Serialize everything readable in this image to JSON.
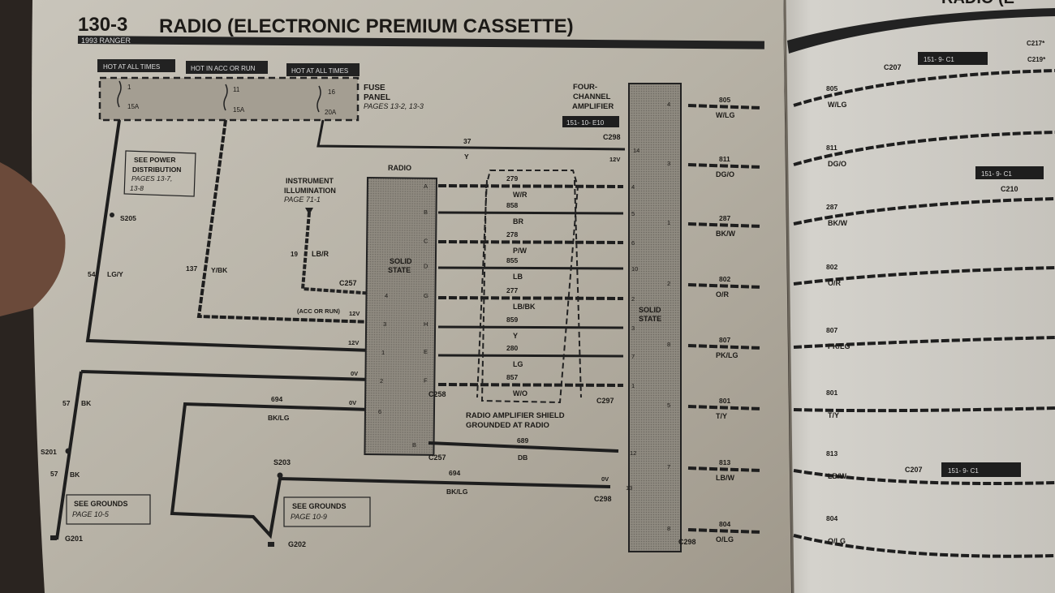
{
  "header": {
    "page_number": "130-3",
    "title": "RADIO (ELECTRONIC PREMIUM CASSETTE)",
    "model": "1993 RANGER",
    "right_page_title": "RADIO (E"
  },
  "fuse_panel": {
    "labels": [
      "HOT AT ALL TIMES",
      "HOT IN ACC OR RUN",
      "HOT AT ALL TIMES"
    ],
    "fuses": [
      {
        "num": "1",
        "amp": "15A"
      },
      {
        "num": "11",
        "amp": "15A"
      },
      {
        "num": "16",
        "amp": "20A"
      }
    ],
    "name1": "FUSE",
    "name2": "PANEL",
    "pages": "PAGES 13-2, 13-3"
  },
  "power_dist": {
    "l1": "SEE POWER",
    "l2": "DISTRIBUTION",
    "l3": "PAGES 13-7,",
    "l4": "13-8"
  },
  "illumination": {
    "l1": "INSTRUMENT",
    "l2": "ILLUMINATION",
    "l3": "PAGE 71-1",
    "circuit": "19",
    "color": "LB/R"
  },
  "left_wires": {
    "s205": "S205",
    "w54": "54",
    "w54c": "LG/Y",
    "w137": "137",
    "w137c": "Y/BK",
    "acc": "(ACC OR RUN)",
    "v12a": "12V",
    "v12b": "12V",
    "v0a": "0V",
    "v0b": "0V",
    "c257": "C257",
    "w694": "694",
    "w694c": "BK/LG",
    "w57": "57",
    "w57c": "BK",
    "s201": "S201",
    "w57b": "57",
    "w57bc": "BK",
    "g201": "G201",
    "grounds1a": "SEE GROUNDS",
    "grounds1b": "PAGE 10-5",
    "s203": "S203",
    "g202": "G202",
    "grounds2a": "SEE GROUNDS",
    "grounds2b": "PAGE 10-9"
  },
  "radio": {
    "label": "RADIO",
    "ss1": "SOLID",
    "ss2": "STATE",
    "left_pins": [
      "4",
      "3",
      "1",
      "2",
      "6"
    ],
    "bottom_pin": "B"
  },
  "amplifier": {
    "l1": "FOUR-",
    "l2": "CHANNEL",
    "l3": "AMPLIFIER",
    "code": "151-  10- E10",
    "c298": "C298",
    "w37": "37",
    "w37c": "Y",
    "v12": "12V",
    "pin14": "14",
    "ss1": "SOLID",
    "ss2": "STATE"
  },
  "speaker_wires": [
    {
      "radio_pin": "A",
      "circuit": "279",
      "color": "W/R",
      "amp_pin": "4"
    },
    {
      "radio_pin": "B",
      "circuit": "858",
      "color": "BR",
      "amp_pin": "5"
    },
    {
      "radio_pin": "C",
      "circuit": "278",
      "color": "P/W",
      "amp_pin": "6"
    },
    {
      "radio_pin": "D",
      "circuit": "855",
      "color": "LB",
      "amp_pin": "10"
    },
    {
      "radio_pin": "G",
      "circuit": "277",
      "color": "LB/BK",
      "amp_pin": "2"
    },
    {
      "radio_pin": "H",
      "circuit": "859",
      "color": "Y",
      "amp_pin": "3"
    },
    {
      "radio_pin": "E",
      "circuit": "280",
      "color": "LG",
      "amp_pin": "7"
    },
    {
      "radio_pin": "F",
      "circuit": "857",
      "color": "W/O",
      "amp_pin": "1"
    }
  ],
  "shield": {
    "c258": "C258",
    "c297": "C297",
    "l1": "RADIO AMPLIFIER SHIELD",
    "l2": "GROUNDED AT RADIO"
  },
  "lower_wires": {
    "w689": "689",
    "w689c": "DB",
    "c257": "C257",
    "pin12": "12",
    "w694": "694",
    "w694c": "BK/LG",
    "v0": "0V",
    "pin13": "13",
    "c298": "C298"
  },
  "amp_outputs": [
    {
      "pin": "4",
      "circuit": "805",
      "color": "W/LG"
    },
    {
      "pin": "3",
      "circuit": "811",
      "color": "DG/O"
    },
    {
      "pin": "1",
      "circuit": "287",
      "color": "BK/W"
    },
    {
      "pin": "2",
      "circuit": "802",
      "color": "O/R"
    },
    {
      "pin": "8",
      "circuit": "807",
      "color": "PK/LG"
    },
    {
      "pin": "5",
      "circuit": "801",
      "color": "T/Y"
    },
    {
      "pin": "7",
      "circuit": "813",
      "color": "LB/W"
    },
    {
      "pin": "8",
      "circuit": "804",
      "color": "O/LG"
    }
  ],
  "amp_output_connector": "C298",
  "right_page": {
    "connectors": [
      "C207",
      "C217*",
      "C219*",
      "C210",
      "C207"
    ],
    "codes": [
      "151-   9-   C1",
      "151-   9-   C1",
      "151-   9-   C1"
    ]
  }
}
